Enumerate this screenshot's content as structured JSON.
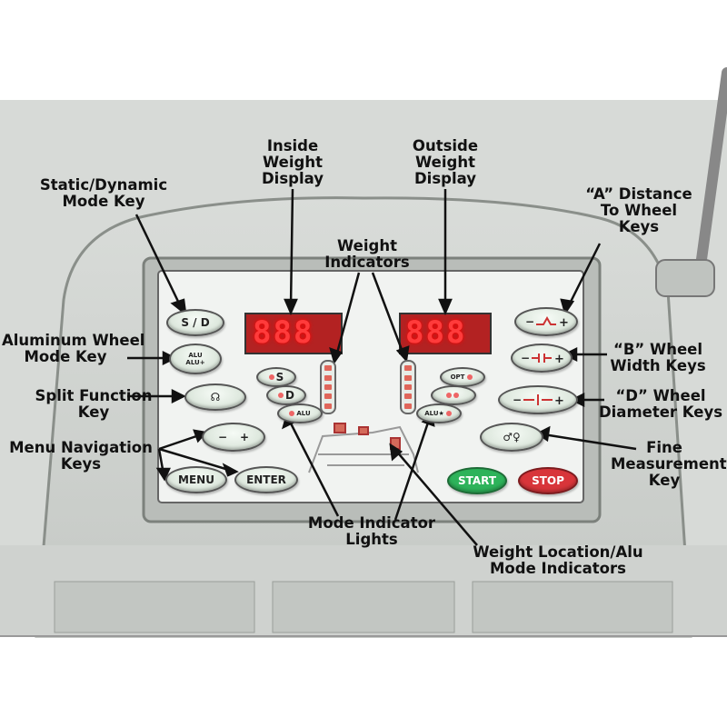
{
  "labels": {
    "inside_weight_display": [
      "Inside",
      "Weight",
      "Display"
    ],
    "outside_weight_display": [
      "Outside",
      "Weight",
      "Display"
    ],
    "static_dynamic_mode_key": [
      "Static/Dynamic",
      "Mode Key"
    ],
    "a_distance": [
      "“A” Distance",
      "To Wheel",
      "Keys"
    ],
    "weight_indicators": [
      "Weight",
      "Indicators"
    ],
    "aluminum_wheel_mode_key": [
      "Aluminum Wheel",
      "Mode Key"
    ],
    "b_wheel_width": [
      "“B” Wheel",
      "Width Keys"
    ],
    "split_function_key": [
      "Split Function",
      "Key"
    ],
    "d_wheel_diameter": [
      "“D” Wheel",
      "Diameter Keys"
    ],
    "menu_navigation_keys": [
      "Menu Navigation",
      "Keys"
    ],
    "fine_measurement_key": [
      "Fine",
      "Measurement",
      "Key"
    ],
    "mode_indicator_lights": [
      "Mode Indicator",
      "Lights"
    ],
    "weight_location_alu": [
      "Weight Location/Alu",
      "Mode Indicators"
    ]
  },
  "panel": {
    "inside_display_value": "888",
    "outside_display_value": "888",
    "keys": {
      "sd": "S / D",
      "alu_1": "ALU",
      "alu_2": "ALU+",
      "split": "☊",
      "minus": "−",
      "plus": "+",
      "menu": "MENU",
      "enter": "ENTER",
      "start": "START",
      "stop": "STOP",
      "fine": "♂♀"
    },
    "mode_lights": {
      "s": "S",
      "d": "D",
      "alu": "ALU",
      "opt": "OPT",
      "alu_star": "ALU★"
    }
  },
  "colors": {
    "start": "#2db35a",
    "stop": "#d8353a",
    "panel": "#f1f3f1",
    "display_bg": "#b32222"
  }
}
